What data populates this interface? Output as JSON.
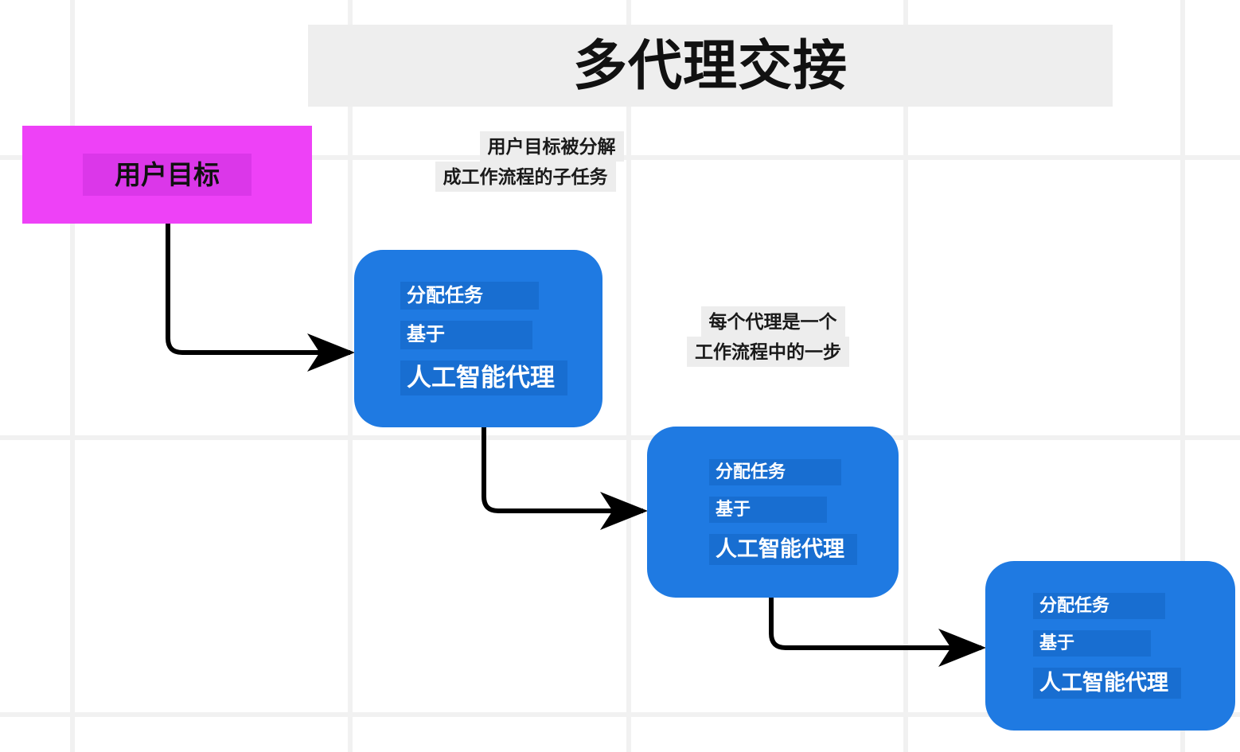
{
  "title": {
    "text": "多代理交接"
  },
  "notes": [
    {
      "id": "note-decompose",
      "line1": "用户目标被分解",
      "line2": "成工作流程的子任务"
    },
    {
      "id": "note-agentstep",
      "line1": "每个代理是一个",
      "line2": "工作流程中的一步"
    }
  ],
  "nodes": {
    "goal": {
      "label": "用户目标",
      "color": "#ee41f7"
    },
    "agents": [
      {
        "line1": "分配任务",
        "line2": "基于",
        "line3": "人工智能代理",
        "color": "#1f7ae2"
      },
      {
        "line1": "分配任务",
        "line2": "基于",
        "line3": "人工智能代理",
        "color": "#1f7ae2"
      },
      {
        "line1": "分配任务",
        "line2": "基于",
        "line3": "人工智能代理",
        "color": "#1f7ae2"
      }
    ]
  },
  "edges": [
    {
      "from": "goal",
      "to": "agent-1"
    },
    {
      "from": "agent-1",
      "to": "agent-2"
    },
    {
      "from": "agent-2",
      "to": "agent-3"
    }
  ],
  "canvas": {
    "background": "#ffffff",
    "grid_color": "#f1f1f1",
    "grid_v": [
      88,
      437,
      787,
      1135,
      1483
    ],
    "grid_h": [
      195,
      547,
      895
    ],
    "arrow_color": "#000000",
    "title_band_color": "#eeeeee",
    "note_band_color": "#ededed"
  }
}
